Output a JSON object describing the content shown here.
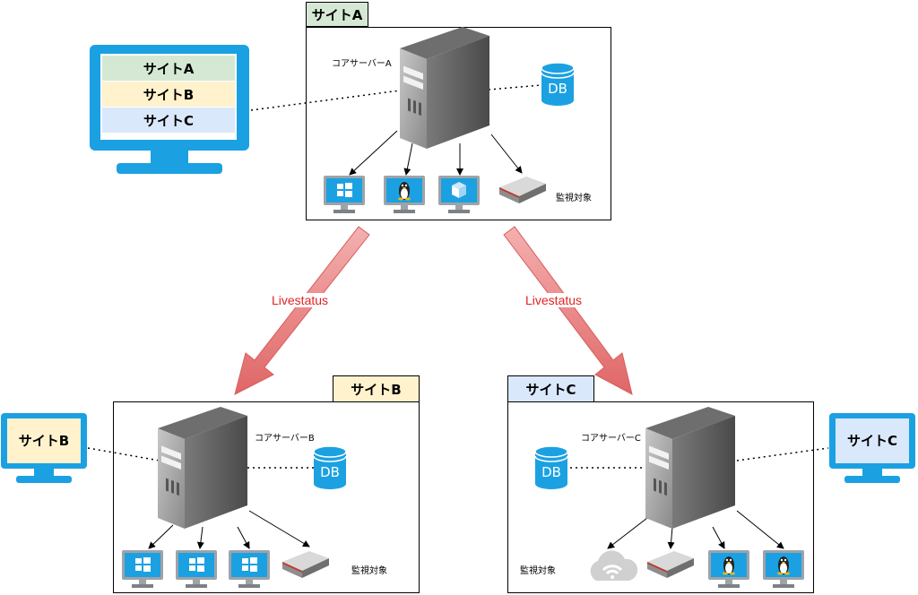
{
  "site_a": {
    "tab_label": "サイトA",
    "server_label": "コアサーバーA",
    "db_label": "DB",
    "monitored_label": "監視対象"
  },
  "site_b": {
    "tab_label": "サイトB",
    "server_label": "コアサーバーB",
    "db_label": "DB",
    "monitored_label": "監視対象"
  },
  "site_c": {
    "tab_label": "サイトC",
    "server_label": "コアサーバーC",
    "db_label": "DB",
    "monitored_label": "監視対象"
  },
  "main_monitor": {
    "rows": [
      "サイトA",
      "サイトB",
      "サイトC"
    ]
  },
  "monitor_b": {
    "label": "サイトB"
  },
  "monitor_c": {
    "label": "サイトC"
  },
  "links": {
    "left_label": "Livestatus",
    "right_label": "Livestatus"
  },
  "colors": {
    "site_a_tab": "#d5e8d4",
    "site_b_tab": "#fff2cc",
    "site_c_tab": "#dae8fc",
    "monitor_frame": "#1ba1e2",
    "arrow": "#e06666",
    "db": "#1ba1e2"
  },
  "icons": {
    "server": "server-tower-icon",
    "windows": "windows-monitor-icon",
    "linux": "linux-monitor-icon",
    "vm": "cube-monitor-icon",
    "router": "router-appliance-icon",
    "cloud": "cloud-wifi-icon",
    "database": "database-icon"
  }
}
